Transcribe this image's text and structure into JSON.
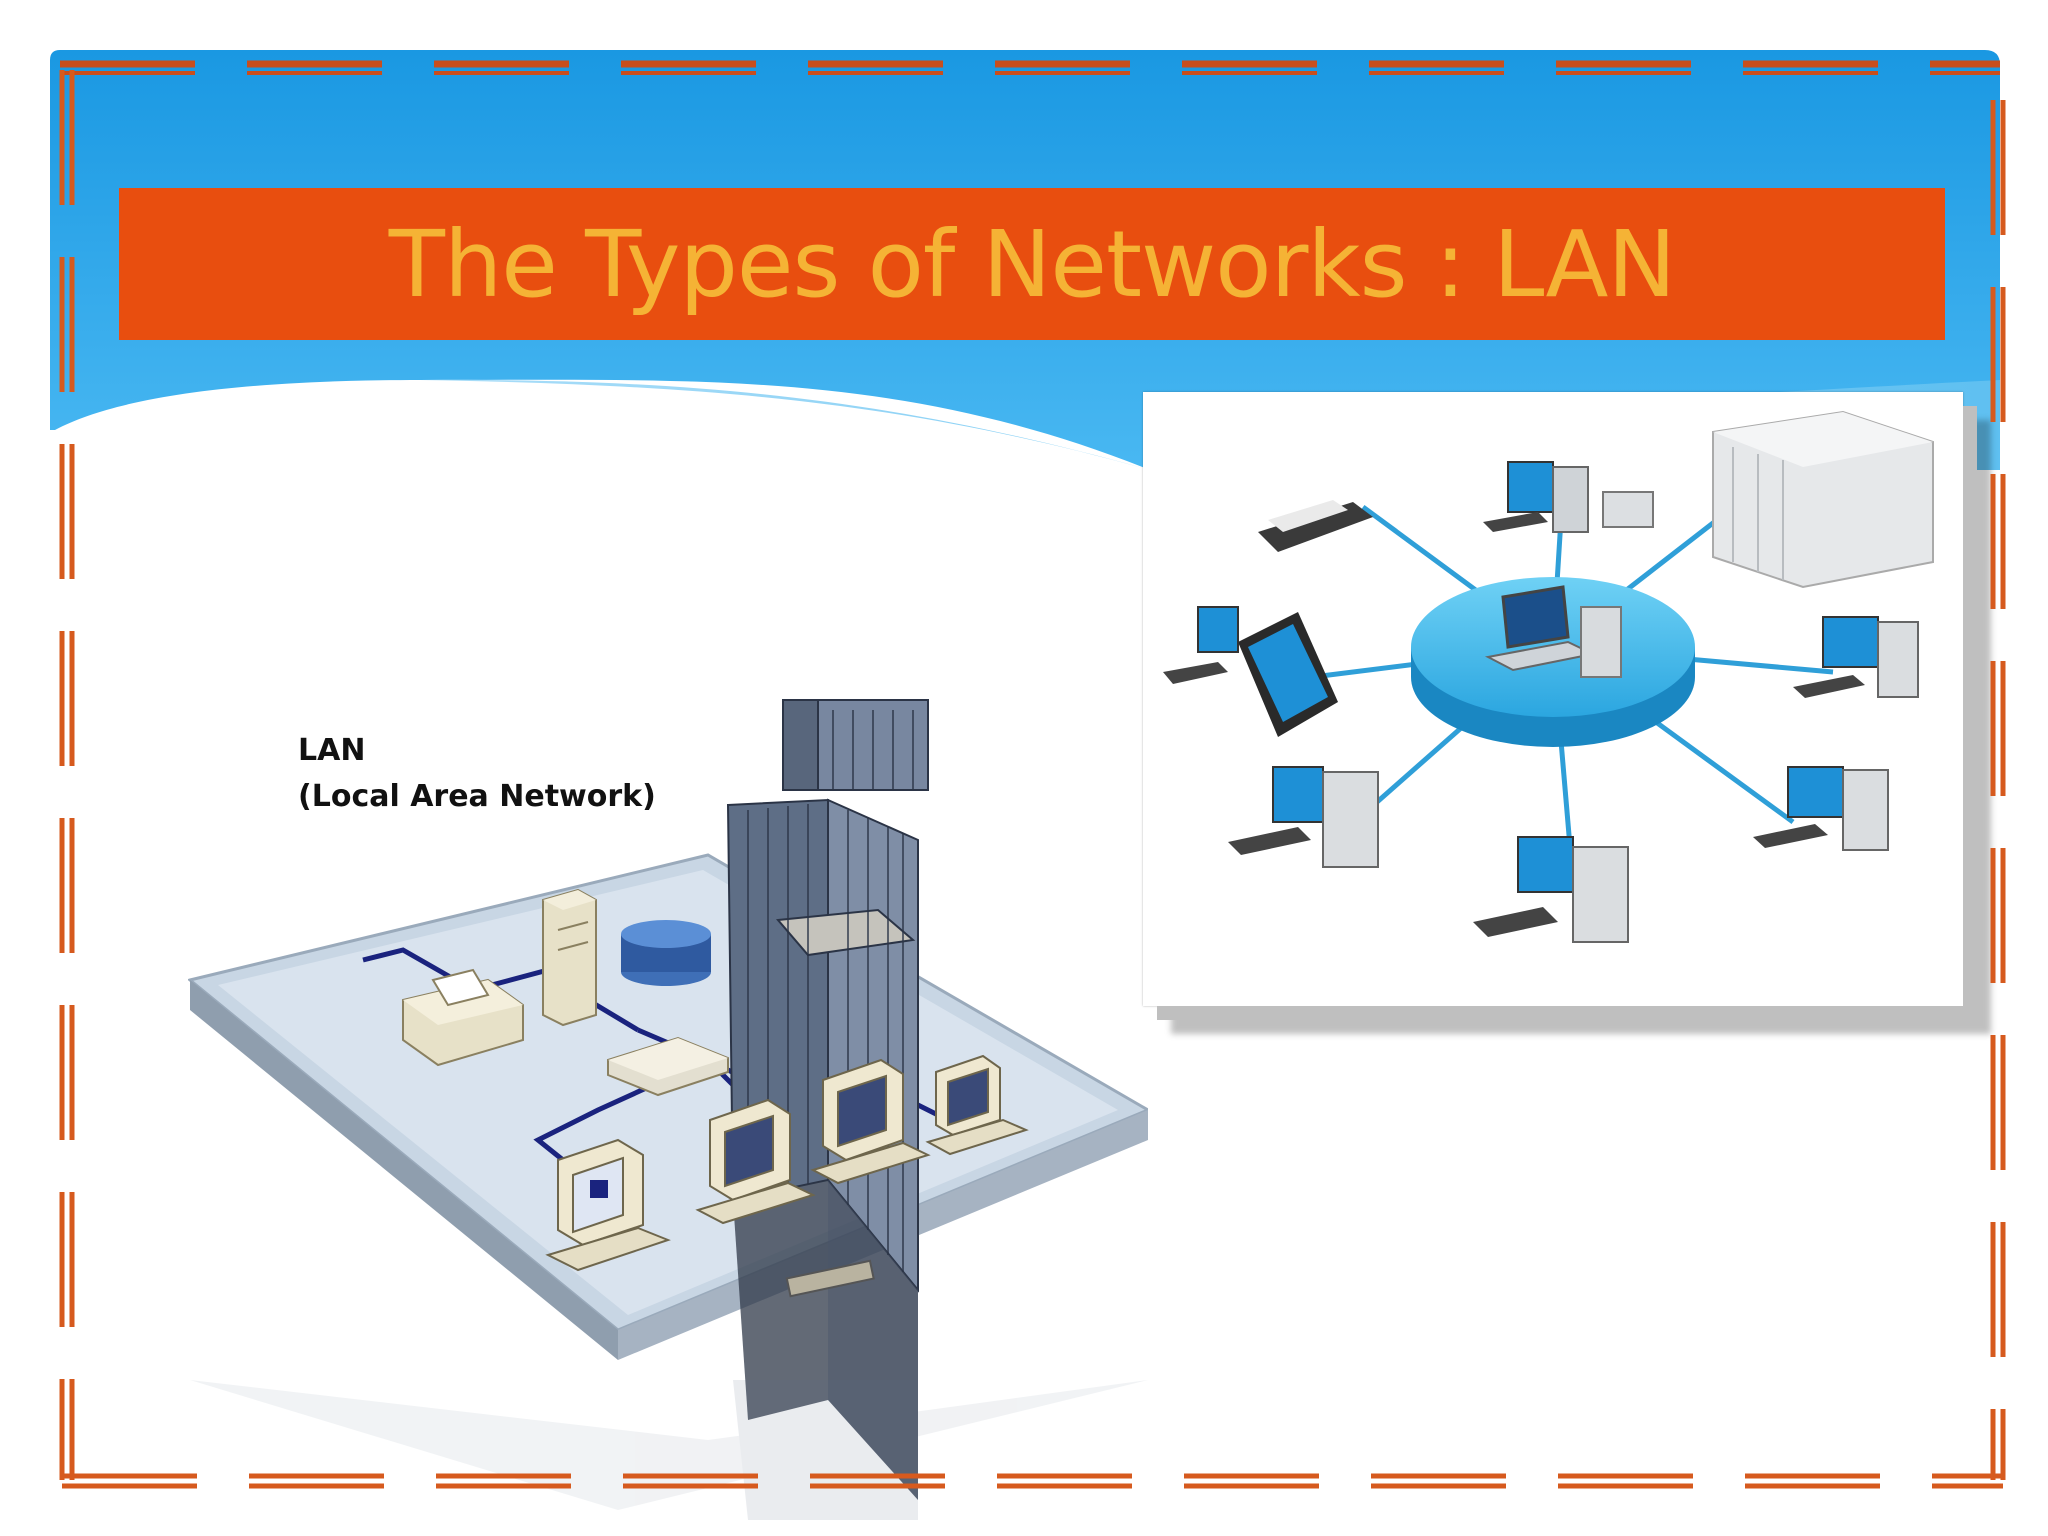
{
  "slide": {
    "title": "The Types of Networks : LAN",
    "colors": {
      "header_blue": "#1ea0e6",
      "title_bar": "#e84e0f",
      "title_text": "#f5b335",
      "border_dash": "#d65a1e"
    }
  },
  "left_figure": {
    "label_line1": "LAN",
    "label_line2": "(Local Area Network)",
    "icons": [
      "building-icon",
      "printer-icon",
      "server-icon",
      "database-icon",
      "router-icon",
      "computer-icon"
    ]
  },
  "right_figure": {
    "icons": [
      "hub-icon",
      "laptop-icon",
      "desktop-computer-icon",
      "server-rack-icon",
      "scanner-icon",
      "tablet-icon"
    ]
  }
}
